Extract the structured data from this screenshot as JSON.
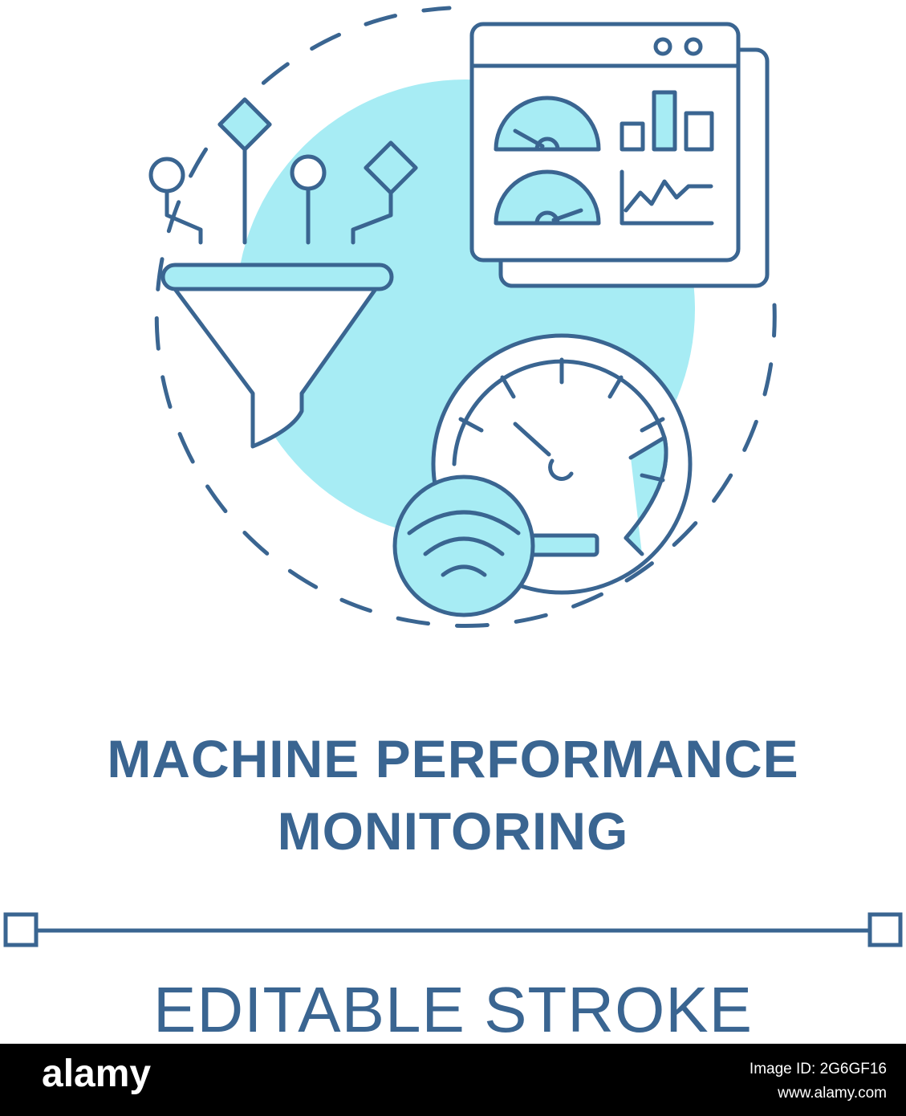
{
  "title": {
    "line1": "MACHINE PERFORMANCE",
    "line2": "MONITORING"
  },
  "subtitle": "EDITABLE STROKE",
  "footer": {
    "brand": "alamy",
    "image_id": "Image ID: 2G6GF16",
    "site": "www.alamy.com"
  },
  "colors": {
    "stroke": "#3a6591",
    "accent_fill": "#a7ecf4",
    "background": "#ffffff",
    "footer_bg": "#000000"
  },
  "icons": [
    "dashed-ring",
    "data-funnel-icon",
    "dashboard-window-icon",
    "speedometer-icon",
    "wifi-magnifier-icon",
    "editable-stroke-handle-icon"
  ]
}
